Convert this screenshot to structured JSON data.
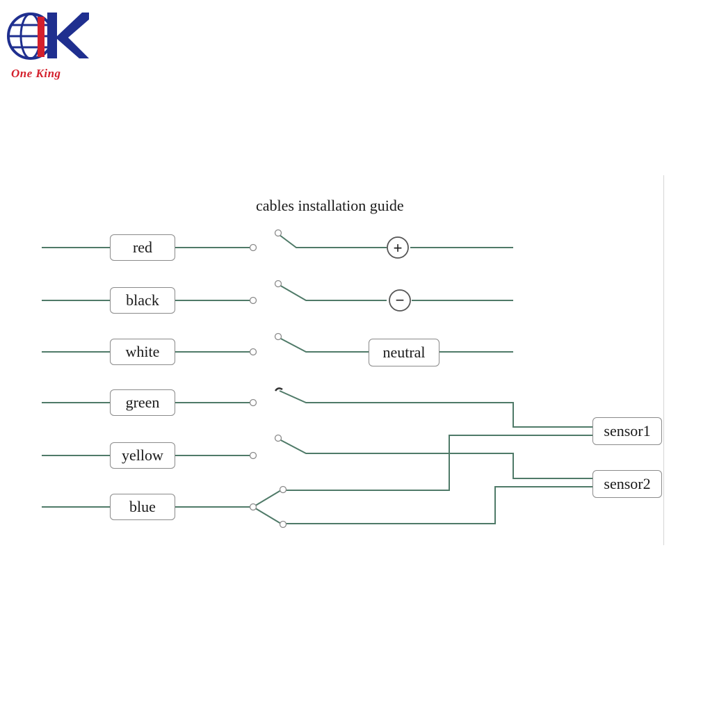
{
  "brand": {
    "name": "One King",
    "colors": {
      "blue": "#1f2f8f",
      "red": "#d4202c"
    }
  },
  "diagram": {
    "title": "cables installation guide",
    "wire_color": "#4f7a68",
    "cables": [
      {
        "label": "red"
      },
      {
        "label": "black"
      },
      {
        "label": "white"
      },
      {
        "label": "green"
      },
      {
        "label": "yellow"
      },
      {
        "label": "blue"
      }
    ],
    "terminals": {
      "plus": "+",
      "minus": "−",
      "neutral": "neutral"
    },
    "sensors": [
      {
        "label": "sensor1"
      },
      {
        "label": "sensor2"
      }
    ]
  }
}
